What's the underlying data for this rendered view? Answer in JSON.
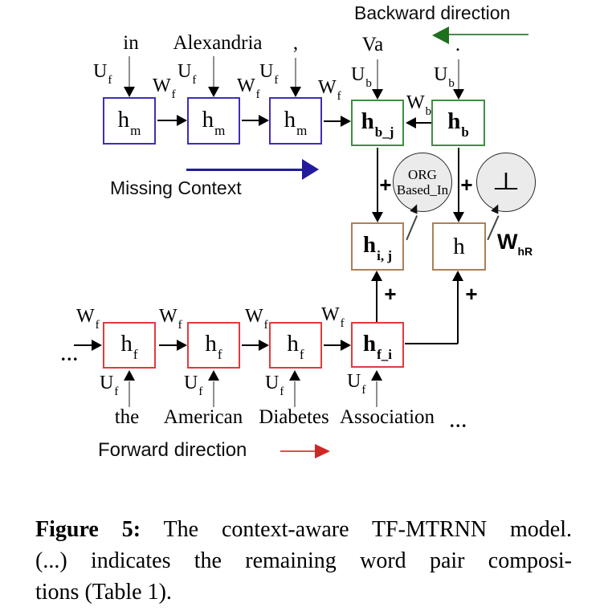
{
  "directions": {
    "backward": "Backward direction",
    "missing": "Missing Context",
    "forward": "Forward direction"
  },
  "weights": {
    "wf": {
      "base": "W",
      "sub": "f"
    },
    "wb": {
      "base": "W",
      "sub": "b"
    },
    "uf": {
      "base": "U",
      "sub": "f"
    },
    "ub": {
      "base": "U",
      "sub": "b"
    },
    "whr": {
      "base": "W",
      "sub": "hR"
    }
  },
  "nodes": {
    "hm": {
      "base": "h",
      "sub": "m"
    },
    "hbj": {
      "base": "h",
      "sub": "b_j"
    },
    "hb": {
      "base": "h",
      "sub": "b"
    },
    "hij": {
      "base": "h",
      "sub": "i, j"
    },
    "h": {
      "base": "h"
    },
    "hf": {
      "base": "h",
      "sub": "f"
    },
    "hfi": {
      "base": "h",
      "sub": "f_i"
    }
  },
  "relations": {
    "org": {
      "line1": "ORG",
      "line2": "Based_In"
    },
    "none": {
      "symbol": "⊥"
    }
  },
  "operator_plus": "+",
  "ellipsis": "...",
  "top_words": {
    "w1": "in",
    "w2": "Alexandria",
    "w3": ",",
    "w4": "Va",
    "w5": "."
  },
  "bottom_words": {
    "w1": "the",
    "w2": "American",
    "w3": "Diabetes",
    "w4": "Association"
  },
  "caption": {
    "tag": "Figure 5:",
    "line1": "The context-aware TF-MTRNN model.",
    "line2": "(...)  indicates the remaining word pair composi-",
    "line3": "tions (Table 1)."
  },
  "colors": {
    "missing_box": "#3d2fb5",
    "backward_box": "#3f8f3f",
    "forward_box": "#e23b3b",
    "merge_box": "#ad8058",
    "missing_arrow": "#221c9c",
    "backward_arrow": "#1e6f1e",
    "forward_arrow": "#d42525",
    "circle_fill": "#ebebeb"
  }
}
